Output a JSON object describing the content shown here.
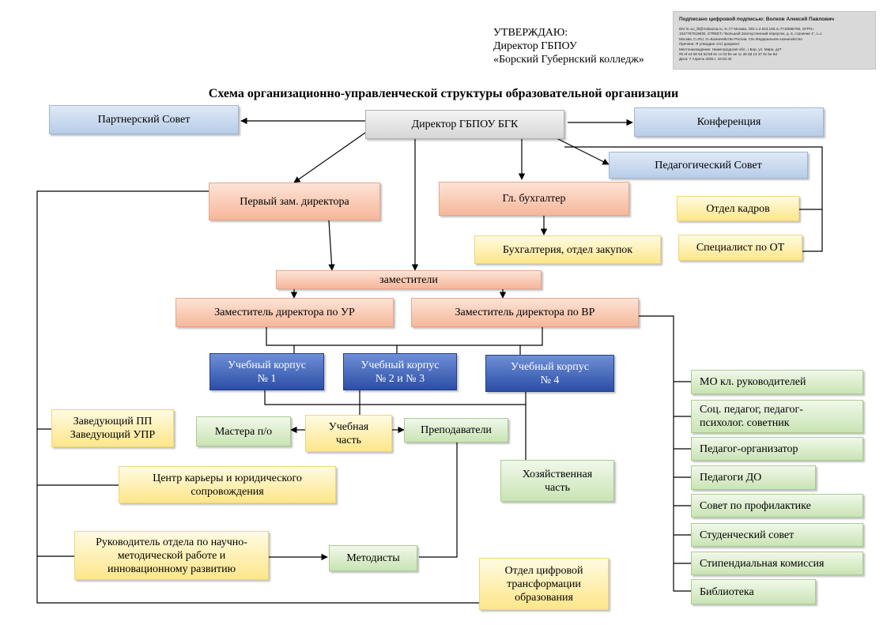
{
  "approval": {
    "line1": "УТВЕРЖДАЮ:",
    "line2": "Директор ГБПОУ",
    "line3": "«Борский Губернский колледж»"
  },
  "signature": {
    "head": "Подписано цифровой подписью: Волков Алексей Павлович",
    "lines": [
      "DN: E=uc_fk@roskazna.ru, S=77 Москва, OID.1.2.643.100.4=7710568760, ОГРН=",
      "1047797019830, STREET=\"Большой Златоустинский переулок, д. 6, строение 1\", L=г.",
      "Москва, C=RU, O=Казначейство России, CN=Федеральное казначейство",
      "Причина: Я утвердил этот документ",
      "Местонахождение: Нижегородская обл., г.Бор, ул. Мира, д27",
      "#6 ef e3 00 53 5d 89 6c cc 03 be ae 1c 26 6d 13 37 6c be 8d",
      "Дата: 7 Апрель 2025 г. 16:02:42"
    ]
  },
  "title": "Схема организационно-управленческой структуры образовательной организации",
  "nodes": {
    "director": "Директор ГБПОУ БГК",
    "partner_council": "Партнерский Совет",
    "conference": "Конференция",
    "ped_council": "Педагогический Совет",
    "first_deputy": "Первый зам. директора",
    "chief_accountant": "Гл. бухгалтер",
    "accounting": "Бухгалтерия, отдел закупок",
    "hr": "Отдел кадров",
    "labor_specialist": "Специалист по ОТ",
    "deputies": "заместители",
    "deputy_ur": "Заместитель директора по УР",
    "deputy_vr": "Заместитель директора по ВР",
    "building1": "Учебный корпус\n№ 1",
    "building23": "Учебный корпус\n№ 2 и № 3",
    "building4": "Учебный корпус\n№ 4",
    "head_pp": "Заведующий  ПП\nЗаведующий УПР",
    "masters": "Мастера п/о",
    "study_part": "Учебная\nчасть",
    "teachers": "Преподаватели",
    "household": "Хозяйственная\nчасть",
    "career_center": "Центр карьеры и юридического\nсопровождения",
    "methodology_head": "Руководитель отдела по научно-\nметодической работе и\nинновационному развитию",
    "methodists": "Методисты",
    "digital": "Отдел цифровой\nтрансформации\nобразования",
    "mo": "МО кл. руководителей",
    "social": "Соц. педагог, педагог-\nпсихолог. советник",
    "organizer": "Педагог-организатор",
    "do": "Педагоги ДО",
    "prevention": "Совет по профилактике",
    "student_council": "Студенческий совет",
    "scholarship": "Стипендиальная комиссия",
    "library": "Библиотека"
  }
}
